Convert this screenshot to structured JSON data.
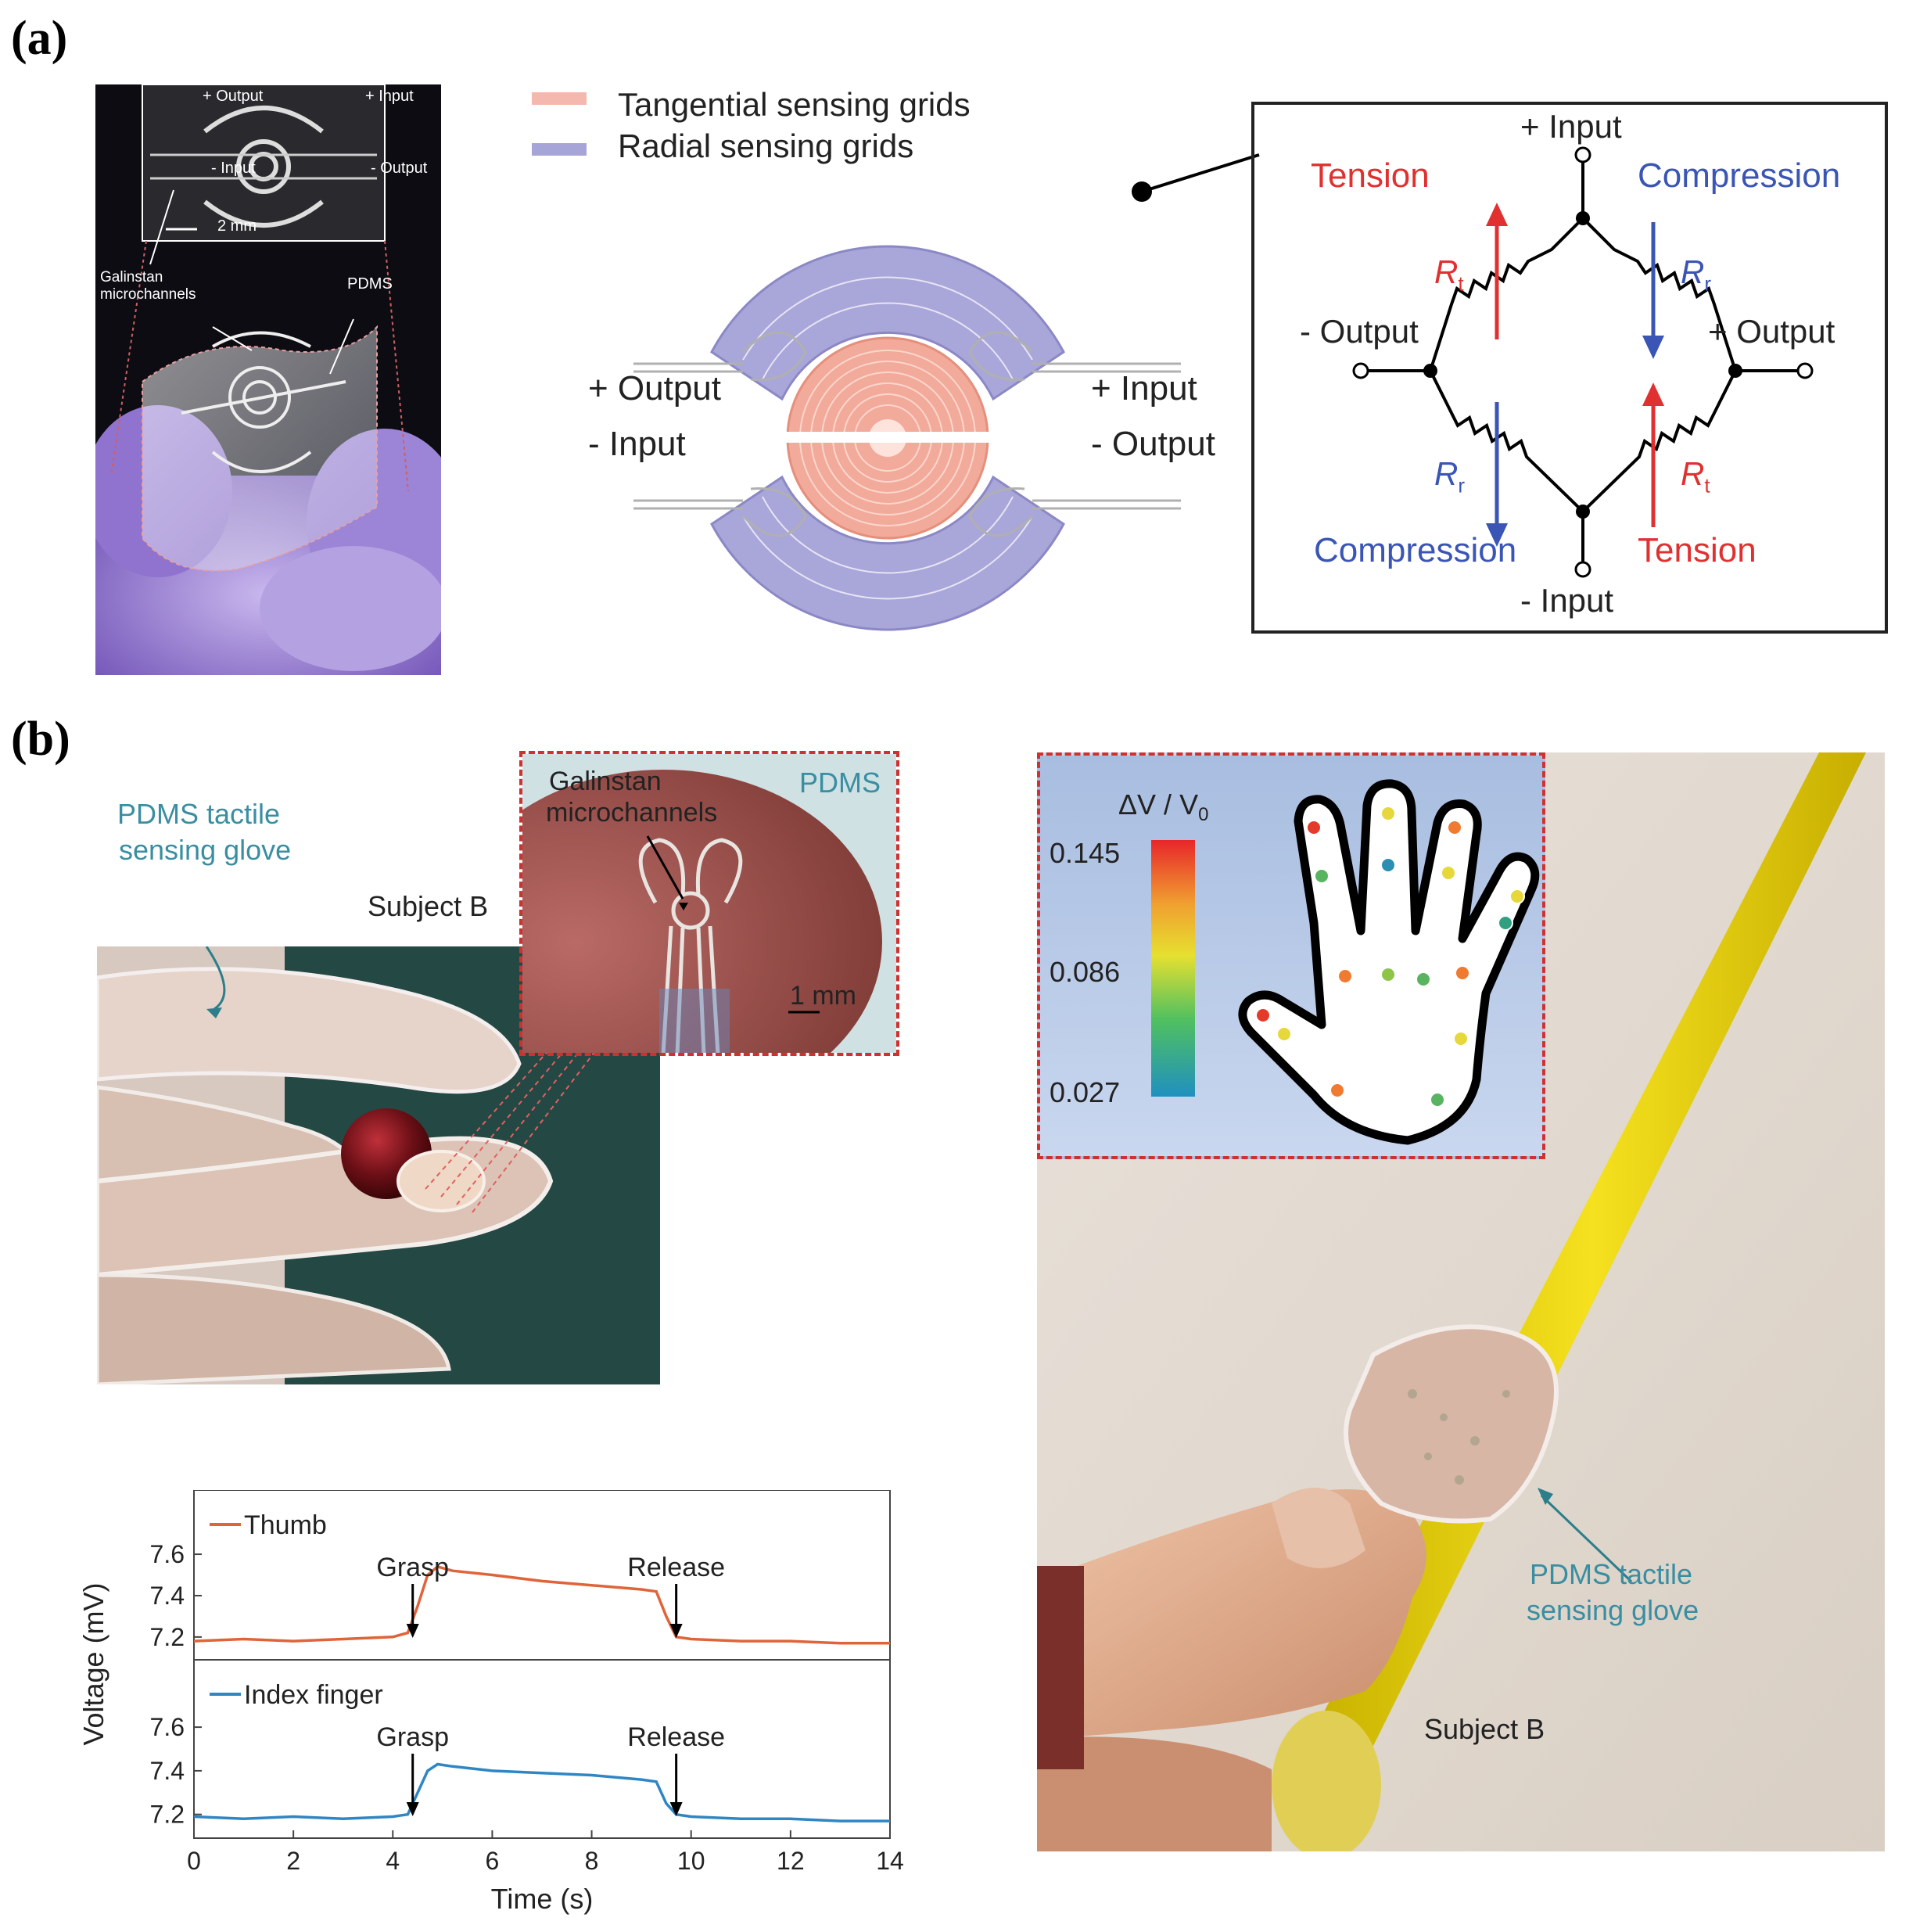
{
  "panels": {
    "a_label": "(a)",
    "b_label": "(b)"
  },
  "photo_a": {
    "output_plus": "+ Output",
    "input_plus": "+ Input",
    "input_minus": "- Input",
    "output_minus": "- Output",
    "scale": "2 mm",
    "galinstan": "Galinstan",
    "microchannels": "microchannels",
    "pdms": "PDMS"
  },
  "legend": {
    "tangential": "Tangential sensing grids",
    "radial": "Radial sensing grids"
  },
  "sensor_labels": {
    "output_plus": "+ Output",
    "input_minus": "- Input",
    "input_plus": "+ Input",
    "output_minus": "- Output"
  },
  "bridge": {
    "input_plus": "+ Input",
    "input_minus": "- Input",
    "output_minus": "- Output",
    "output_plus": "+ Output",
    "tension": "Tension",
    "compression": "Compression",
    "r": "R",
    "sub_t": "t",
    "sub_r": "r"
  },
  "photo_b1": {
    "glove1": "PDMS tactile",
    "glove2": "sensing glove",
    "subject": "Subject B",
    "inset_galinstan": "Galinstan",
    "inset_micro": "microchannels",
    "inset_pdms": "PDMS",
    "inset_scale": "1 mm"
  },
  "photo_b2": {
    "colorbar_title": "ΔV / V",
    "colorbar_sub": "0",
    "cb_max": "0.145",
    "cb_mid": "0.086",
    "cb_min": "0.027",
    "glove1": "PDMS tactile",
    "glove2": "sensing glove",
    "subject": "Subject B"
  },
  "chart_data": {
    "type": "line",
    "xlabel": "Time (s)",
    "ylabel": "Voltage (mV)",
    "xlim": [
      0,
      14
    ],
    "xticks": [
      "0",
      "2",
      "4",
      "6",
      "8",
      "10",
      "12",
      "14"
    ],
    "yticks": [
      "7.2",
      "7.4",
      "7.6"
    ],
    "ylim": [
      7.12,
      7.88
    ],
    "annotations": {
      "grasp": "Grasp",
      "release": "Release"
    },
    "series": [
      {
        "name": "Thumb",
        "color": "#e0643a",
        "x": [
          0,
          1,
          2,
          3,
          4,
          4.3,
          4.5,
          4.7,
          4.9,
          5.2,
          6,
          7,
          8,
          9,
          9.3,
          9.5,
          9.7,
          10,
          11,
          12,
          13,
          14
        ],
        "y": [
          7.18,
          7.19,
          7.18,
          7.19,
          7.2,
          7.22,
          7.35,
          7.5,
          7.54,
          7.52,
          7.5,
          7.47,
          7.45,
          7.43,
          7.42,
          7.3,
          7.2,
          7.19,
          7.18,
          7.18,
          7.17,
          7.17
        ],
        "grasp_x": 4.4,
        "release_x": 9.7
      },
      {
        "name": "Index finger",
        "color": "#2f86c4",
        "x": [
          0,
          1,
          2,
          3,
          4,
          4.3,
          4.5,
          4.7,
          4.9,
          5.2,
          6,
          7,
          8,
          9,
          9.3,
          9.5,
          9.7,
          10,
          11,
          12,
          13,
          14
        ],
        "y": [
          7.19,
          7.18,
          7.19,
          7.18,
          7.19,
          7.2,
          7.3,
          7.4,
          7.43,
          7.42,
          7.4,
          7.39,
          7.38,
          7.36,
          7.35,
          7.25,
          7.2,
          7.19,
          7.18,
          7.18,
          7.17,
          7.17
        ],
        "grasp_x": 4.4,
        "release_x": 9.7
      }
    ]
  }
}
